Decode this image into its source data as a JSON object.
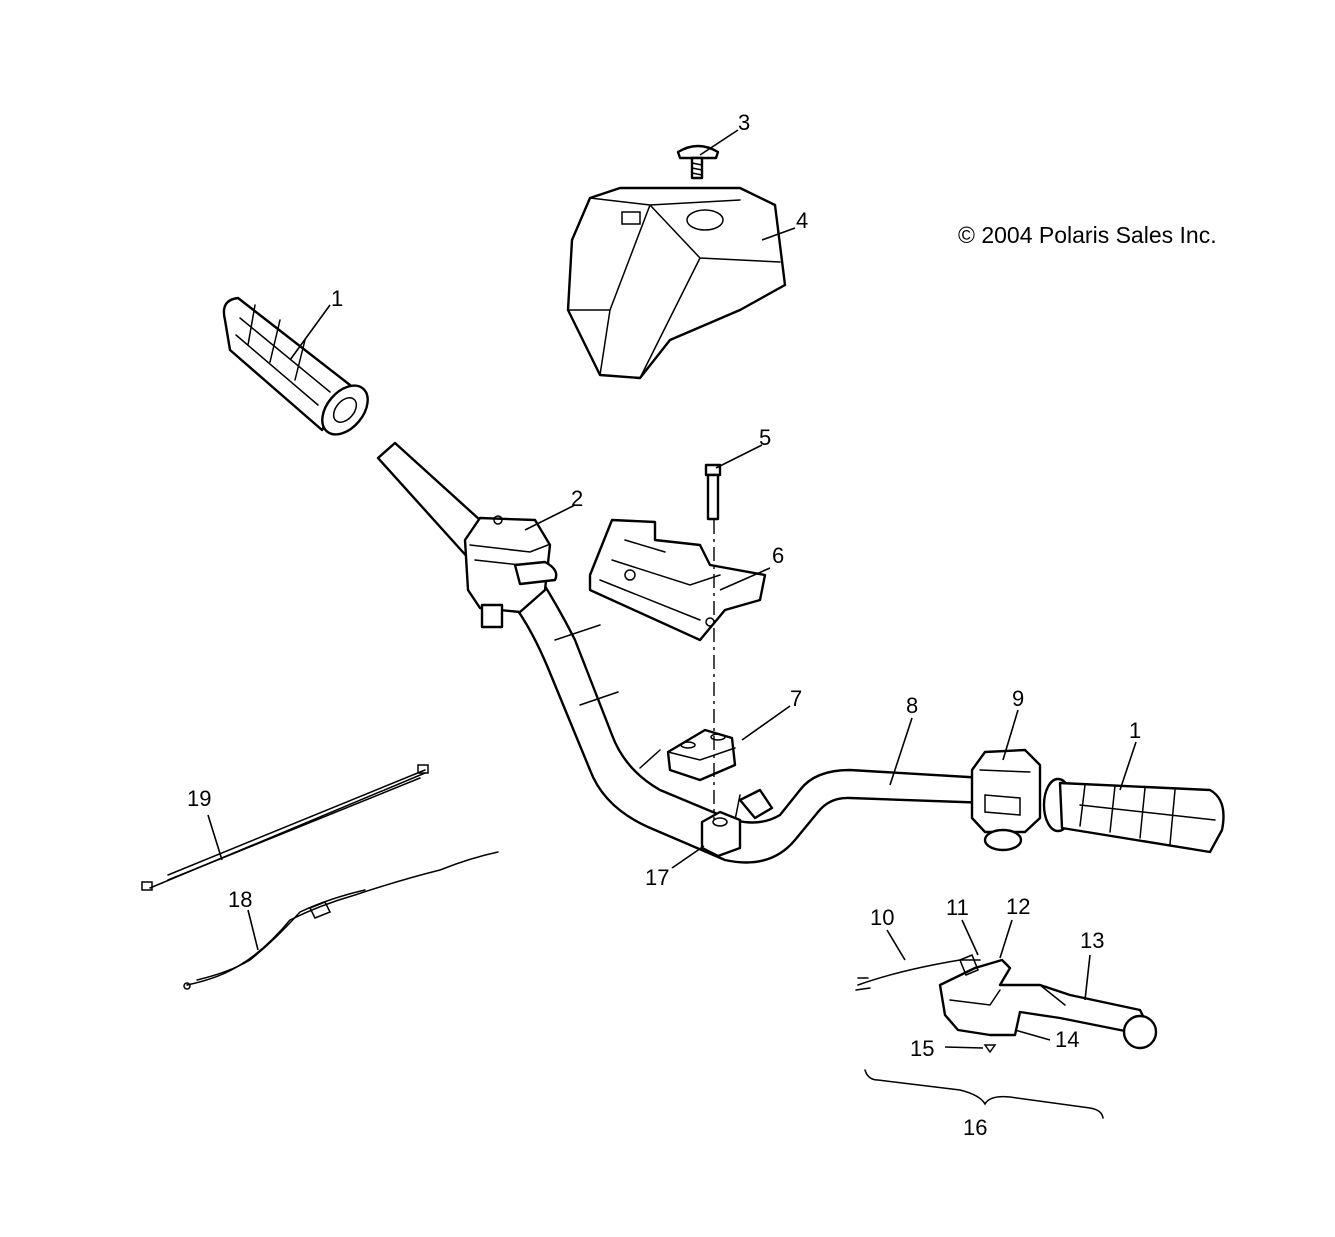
{
  "copyright": "© 2004 Polaris Sales Inc.",
  "callouts": {
    "c1a": "1",
    "c1b": "1",
    "c2": "2",
    "c3": "3",
    "c4": "4",
    "c5": "5",
    "c6": "6",
    "c7": "7",
    "c8": "8",
    "c9": "9",
    "c10": "10",
    "c11": "11",
    "c12": "12",
    "c13": "13",
    "c14": "14",
    "c15": "15",
    "c16": "16",
    "c17": "17",
    "c18": "18",
    "c19": "19"
  },
  "colors": {
    "line": "#000000",
    "background": "#ffffff"
  }
}
